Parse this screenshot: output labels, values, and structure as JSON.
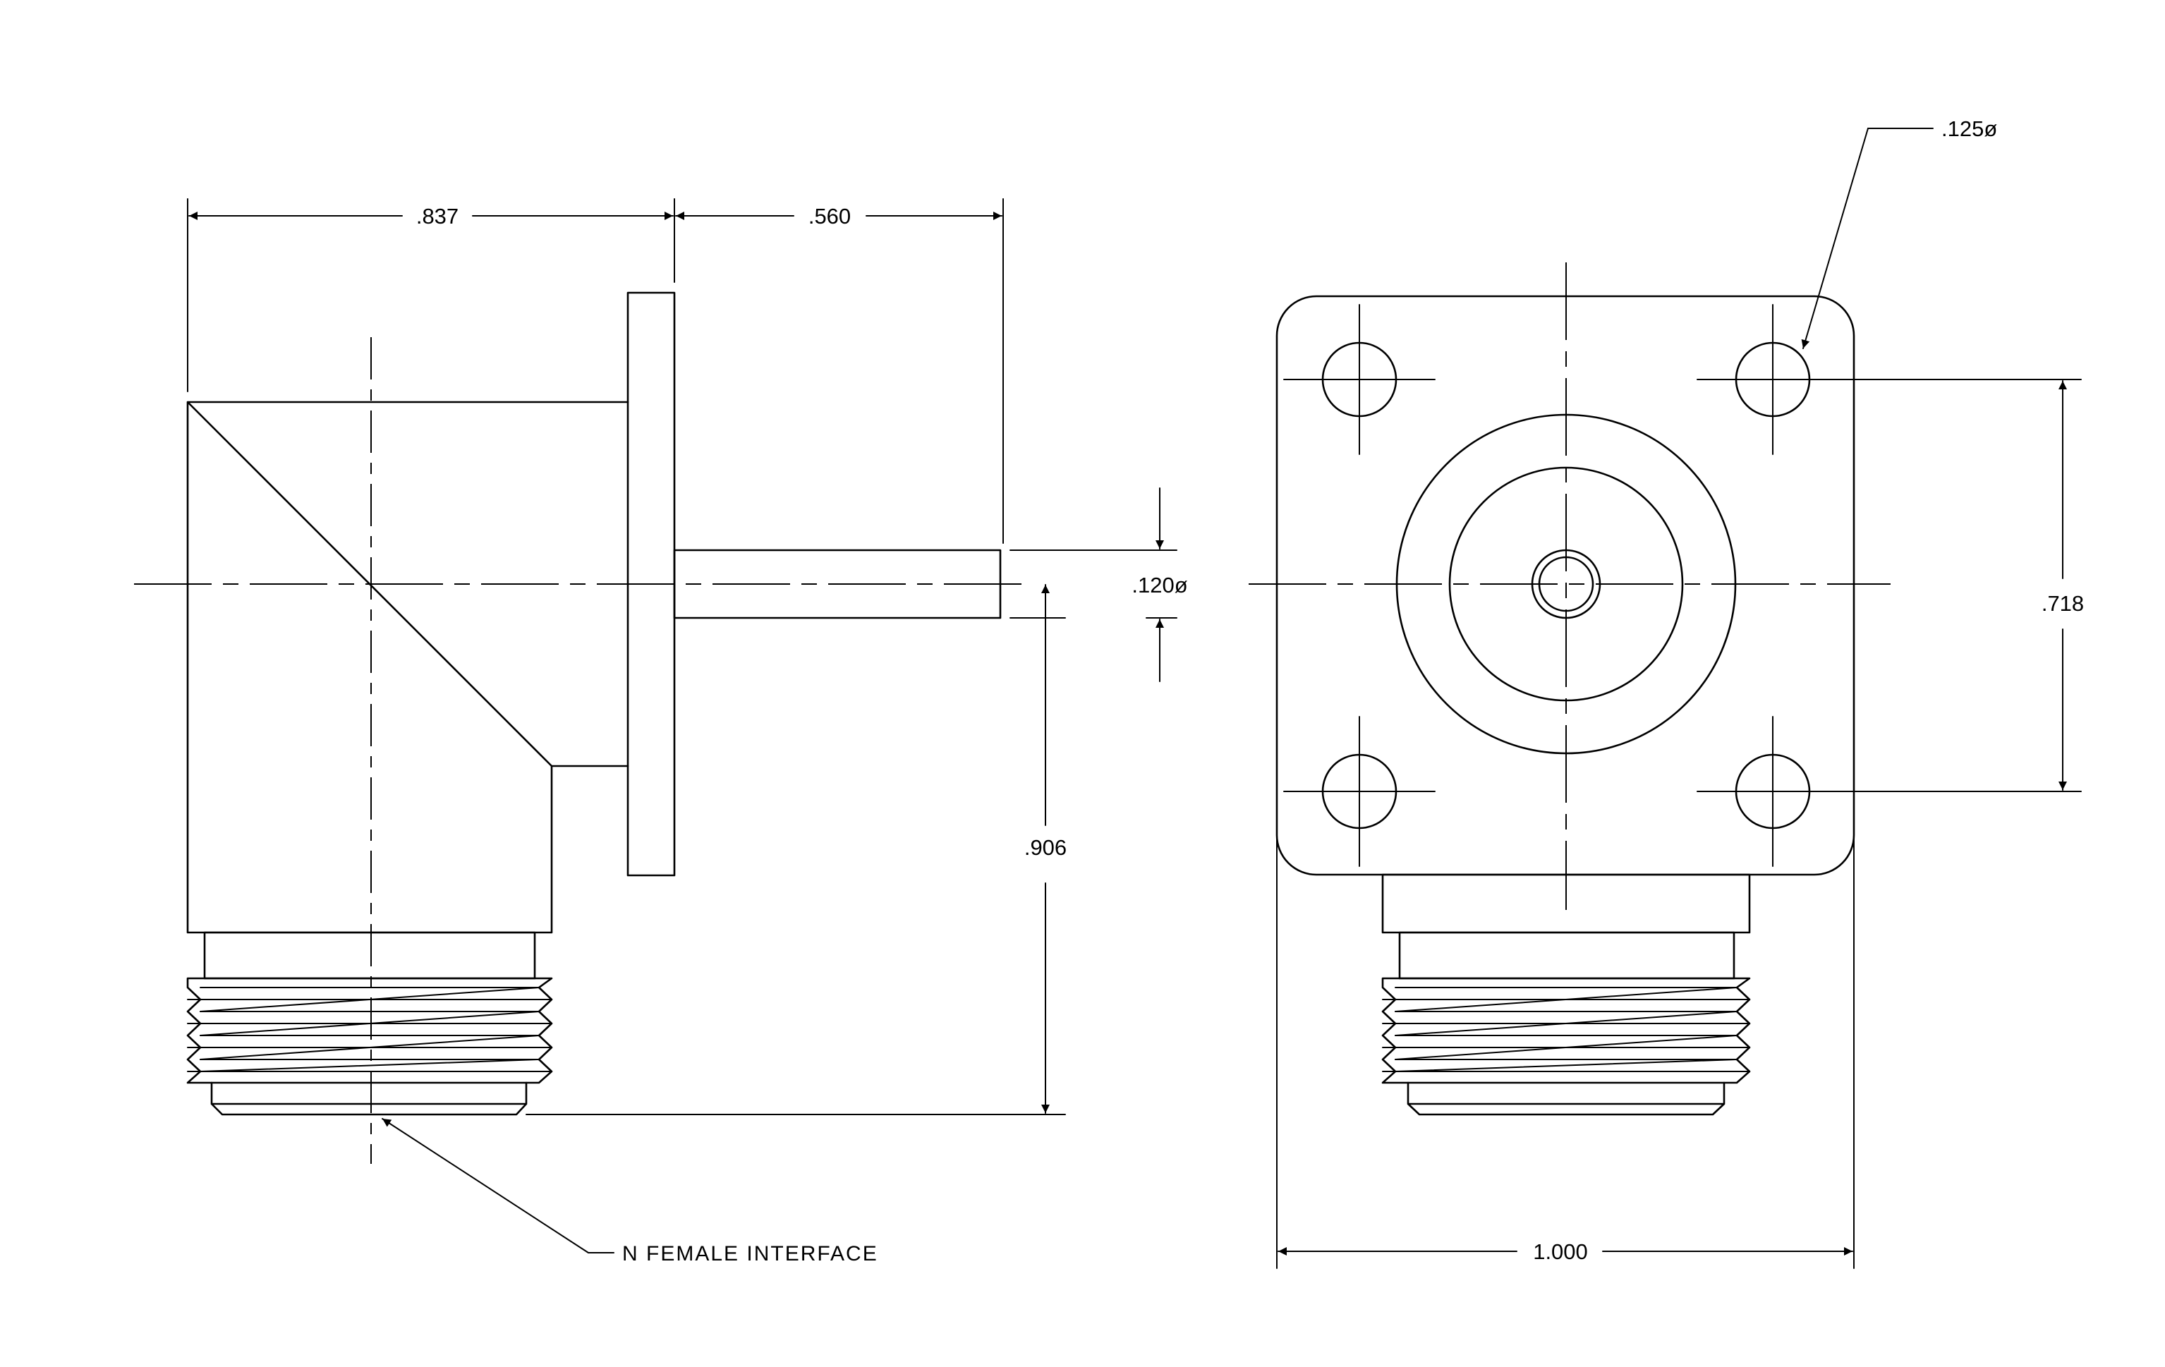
{
  "dimensions": {
    "body_length": ".837",
    "pin_length": ".560",
    "pin_diameter": ".120ø",
    "pin_height": ".906",
    "hole_diameter": ".125ø",
    "hole_spacing": ".718",
    "flange_width": "1.000"
  },
  "notes": {
    "interface": "N FEMALE INTERFACE"
  }
}
